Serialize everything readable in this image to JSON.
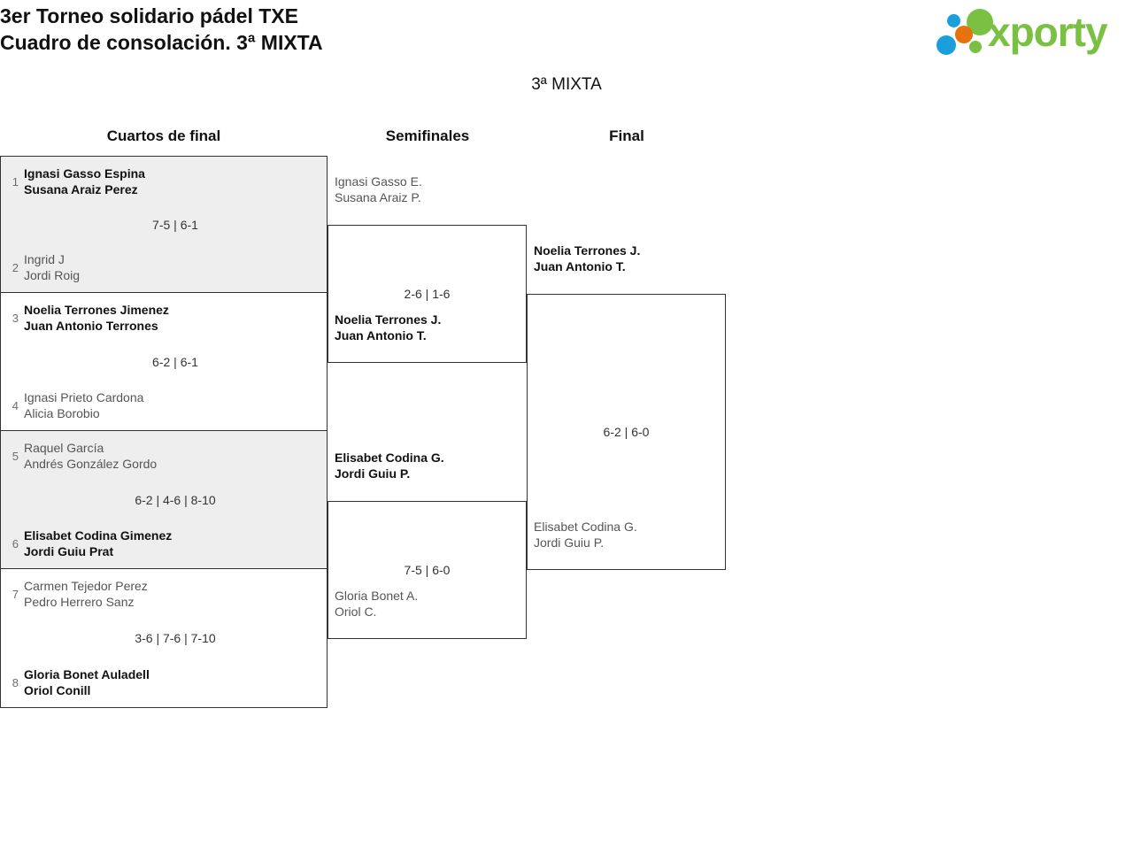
{
  "header": {
    "title": "3er Torneo solidario pádel TXE\nCuadro de consolación. 3ª MIXTA",
    "logo_text": "xporty"
  },
  "bracket": {
    "subtitle": "3ª MIXTA",
    "rounds": [
      {
        "label": "Cuartos de final"
      },
      {
        "label": "Semifinales"
      },
      {
        "label": "Final"
      }
    ],
    "quarterfinals": [
      {
        "score": "7-5 | 6-1",
        "top": {
          "seed": "1",
          "player1": "Ignasi Gasso Espina",
          "player2": "Susana Araiz Perez",
          "result": "winner"
        },
        "bottom": {
          "seed": "2",
          "player1": "Ingrid J",
          "player2": "Jordi Roig",
          "result": "loser"
        }
      },
      {
        "score": "6-2 | 6-1",
        "top": {
          "seed": "3",
          "player1": "Noelia Terrones Jimenez",
          "player2": "Juan Antonio Terrones",
          "result": "winner"
        },
        "bottom": {
          "seed": "4",
          "player1": "Ignasi Prieto Cardona",
          "player2": "Alicia Borobio",
          "result": "loser"
        }
      },
      {
        "score": "6-2 | 4-6 | 8-10",
        "top": {
          "seed": "5",
          "player1": "Raquel García",
          "player2": "Andrés González Gordo",
          "result": "loser"
        },
        "bottom": {
          "seed": "6",
          "player1": "Elisabet Codina Gimenez",
          "player2": "Jordi Guiu Prat",
          "result": "winner"
        }
      },
      {
        "score": "3-6 | 7-6 | 7-10",
        "top": {
          "seed": "7",
          "player1": "Carmen Tejedor Perez",
          "player2": "Pedro Herrero Sanz",
          "result": "loser"
        },
        "bottom": {
          "seed": "8",
          "player1": "Gloria Bonet Auladell",
          "player2": "Oriol Conill",
          "result": "winner"
        }
      }
    ],
    "semifinals": [
      {
        "score": "2-6 | 1-6",
        "top": {
          "player1": "Ignasi Gasso E.",
          "player2": "Susana Araiz P.",
          "result": "loser"
        },
        "bottom": {
          "player1": "Noelia Terrones J.",
          "player2": "Juan Antonio T.",
          "result": "winner"
        }
      },
      {
        "score": "7-5 | 6-0",
        "top": {
          "player1": "Elisabet Codina G.",
          "player2": "Jordi Guiu P.",
          "result": "winner"
        },
        "bottom": {
          "player1": "Gloria Bonet A.",
          "player2": "Oriol C.",
          "result": "loser"
        }
      }
    ],
    "final": {
      "score": "6-2 | 6-0",
      "top": {
        "player1": "Noelia Terrones J.",
        "player2": "Juan Antonio T.",
        "result": "winner"
      },
      "bottom": {
        "player1": "Elisabet Codina G.",
        "player2": "Jordi Guiu P.",
        "result": "loser"
      }
    }
  },
  "colors": {
    "shade": "#eeeeee",
    "border": "#333333",
    "winner_text": "#111111",
    "loser_text": "#555555",
    "brand_green": "#7ac143",
    "brand_blue": "#1a9fdc",
    "brand_orange": "#e8700d"
  }
}
